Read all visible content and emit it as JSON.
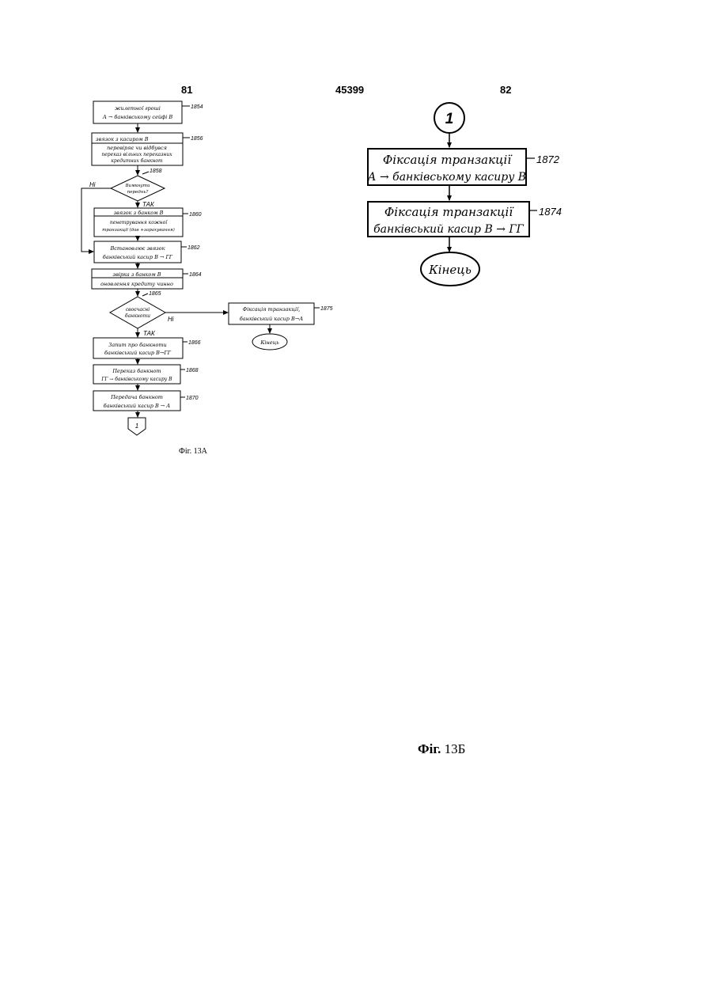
{
  "header": {
    "left_page": "81",
    "patent_number": "45399",
    "right_page": "82"
  },
  "fig13a": {
    "caption": "Фіг. 13А",
    "boxes": [
      {
        "ref": "1854",
        "lines": [
          "жилетної грошi",
          "А → банківському сейфі В"
        ]
      },
      {
        "ref": "1856",
        "lines": [
          "звязок з касиром В",
          "перевіряє чи відбувся",
          "переказ вільних переказних",
          "кредитних банкнот"
        ]
      },
      {
        "ref": "1860",
        "lines": [
          "звязок з банком В",
          "пенетрування кожної",
          "транзакції (дав +зарахування)"
        ]
      },
      {
        "ref": "1862",
        "lines": [
          "Встановлює звязок",
          "банківський касир В → ГГ"
        ]
      },
      {
        "ref": "1864",
        "lines": [
          "звірка з банком В",
          "оновлення кредиту чинно"
        ]
      },
      {
        "ref": "1866",
        "lines": [
          "Запит про банкноти",
          "банківський касир В→ГГ"
        ]
      },
      {
        "ref": "1868",
        "lines": [
          "Переказ банкнот",
          "ГГ → банківському касиру В"
        ]
      },
      {
        "ref": "1870",
        "lines": [
          "Передача банкнот",
          "банківський касир В → А"
        ]
      },
      {
        "ref": "1875",
        "lines": [
          "Фіксація транзакції,",
          "банківський касир В→А"
        ]
      }
    ],
    "decisions": [
      {
        "ref": "1858",
        "lines": [
          "Вимкнути",
          "переднь?"
        ],
        "yes": "ТАК",
        "no": "Ні"
      },
      {
        "ref": "1865",
        "lines": [
          "своєчасні",
          "банкноти"
        ],
        "yes": "ТАК",
        "no": "Ні"
      }
    ],
    "end_label": "Кінець",
    "connector": "1"
  },
  "fig13b": {
    "caption_word": "Фіг.",
    "caption_num": "13Б",
    "connector": "1",
    "boxes": [
      {
        "ref": "1872",
        "lines": [
          "Фіксація транзакції",
          "А → банківському касиру В"
        ]
      },
      {
        "ref": "1874",
        "lines": [
          "Фіксація транзакції",
          "банківський касир В → ГГ"
        ]
      }
    ],
    "end_label": "Кінець"
  }
}
